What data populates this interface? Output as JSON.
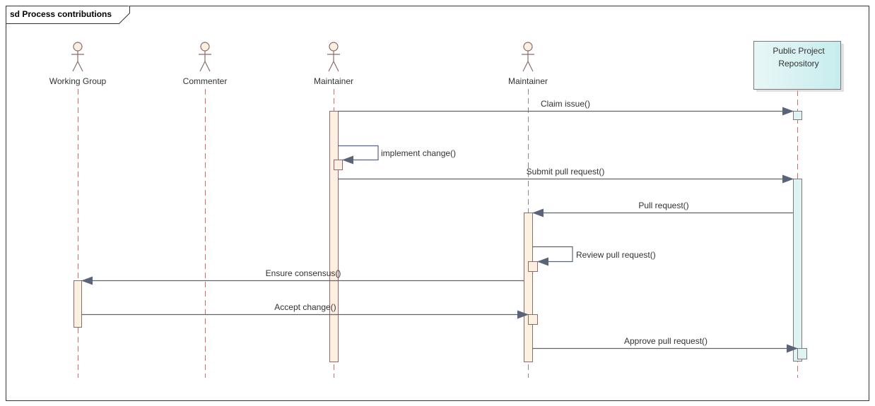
{
  "frame": {
    "title": "sd Process contributions"
  },
  "lifelines": [
    {
      "id": "wg",
      "kind": "actor",
      "name": "Working Group"
    },
    {
      "id": "commenter",
      "kind": "actor",
      "name": "Commenter"
    },
    {
      "id": "maint1",
      "kind": "actor",
      "name": "Maintainer"
    },
    {
      "id": "maint2",
      "kind": "actor",
      "name": "Maintainer"
    },
    {
      "id": "repo",
      "kind": "object",
      "name_lines": [
        "Public Project",
        "Repository"
      ]
    }
  ],
  "messages": [
    {
      "label": "Claim issue()",
      "from": "maint1",
      "to": "repo"
    },
    {
      "label": "implement change()",
      "from": "maint1",
      "to": "maint1"
    },
    {
      "label": "Submit pull request()",
      "from": "maint1",
      "to": "repo"
    },
    {
      "label": "Pull request()",
      "from": "repo",
      "to": "maint2"
    },
    {
      "label": "Review pull request()",
      "from": "maint2",
      "to": "maint2"
    },
    {
      "label": "Ensure consensus()",
      "from": "maint2",
      "to": "wg"
    },
    {
      "label": "Accept change()",
      "from": "wg",
      "to": "maint2"
    },
    {
      "label": "Approve pull request()",
      "from": "maint2",
      "to": "repo"
    }
  ],
  "colors": {
    "actor_fill": "#fdf0e0",
    "actor_stroke": "#8a6a6a",
    "activation_fill": "#fdf0e0",
    "activation_stroke": "#8a6a6a",
    "repo_fill": "#dff3f3",
    "repo_stroke": "#7a7a7a",
    "lifeline": "#b07a7a",
    "message": "#5a6478"
  }
}
